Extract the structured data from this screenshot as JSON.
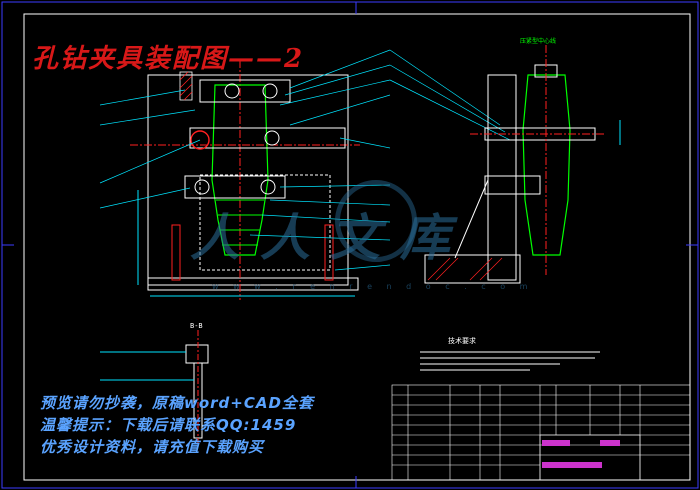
{
  "drawing": {
    "title": "孔钻夹具装配图——2",
    "section_label": "B-B",
    "tech_req_title": "技术要求",
    "pressure_label": "压紧型中心线",
    "watermark_text": "人人文库",
    "watermark_url": "w w w . r e n r e n d o c . c o m"
  },
  "promo_lines": [
    "预览请勿抄袭，原稿word+CAD全套",
    "温馨提示：下载后请联系QQ:1459",
    "优秀设计资料，请充值下载购买"
  ],
  "colors": {
    "background": "#000000",
    "outline": "#ffffff",
    "part": "#00ff00",
    "leader": "#00e5ff",
    "hatch": "#ff2020",
    "title_red": "#d81818",
    "promo_blue": "#5aa3ff",
    "border": "#3b3bff"
  }
}
